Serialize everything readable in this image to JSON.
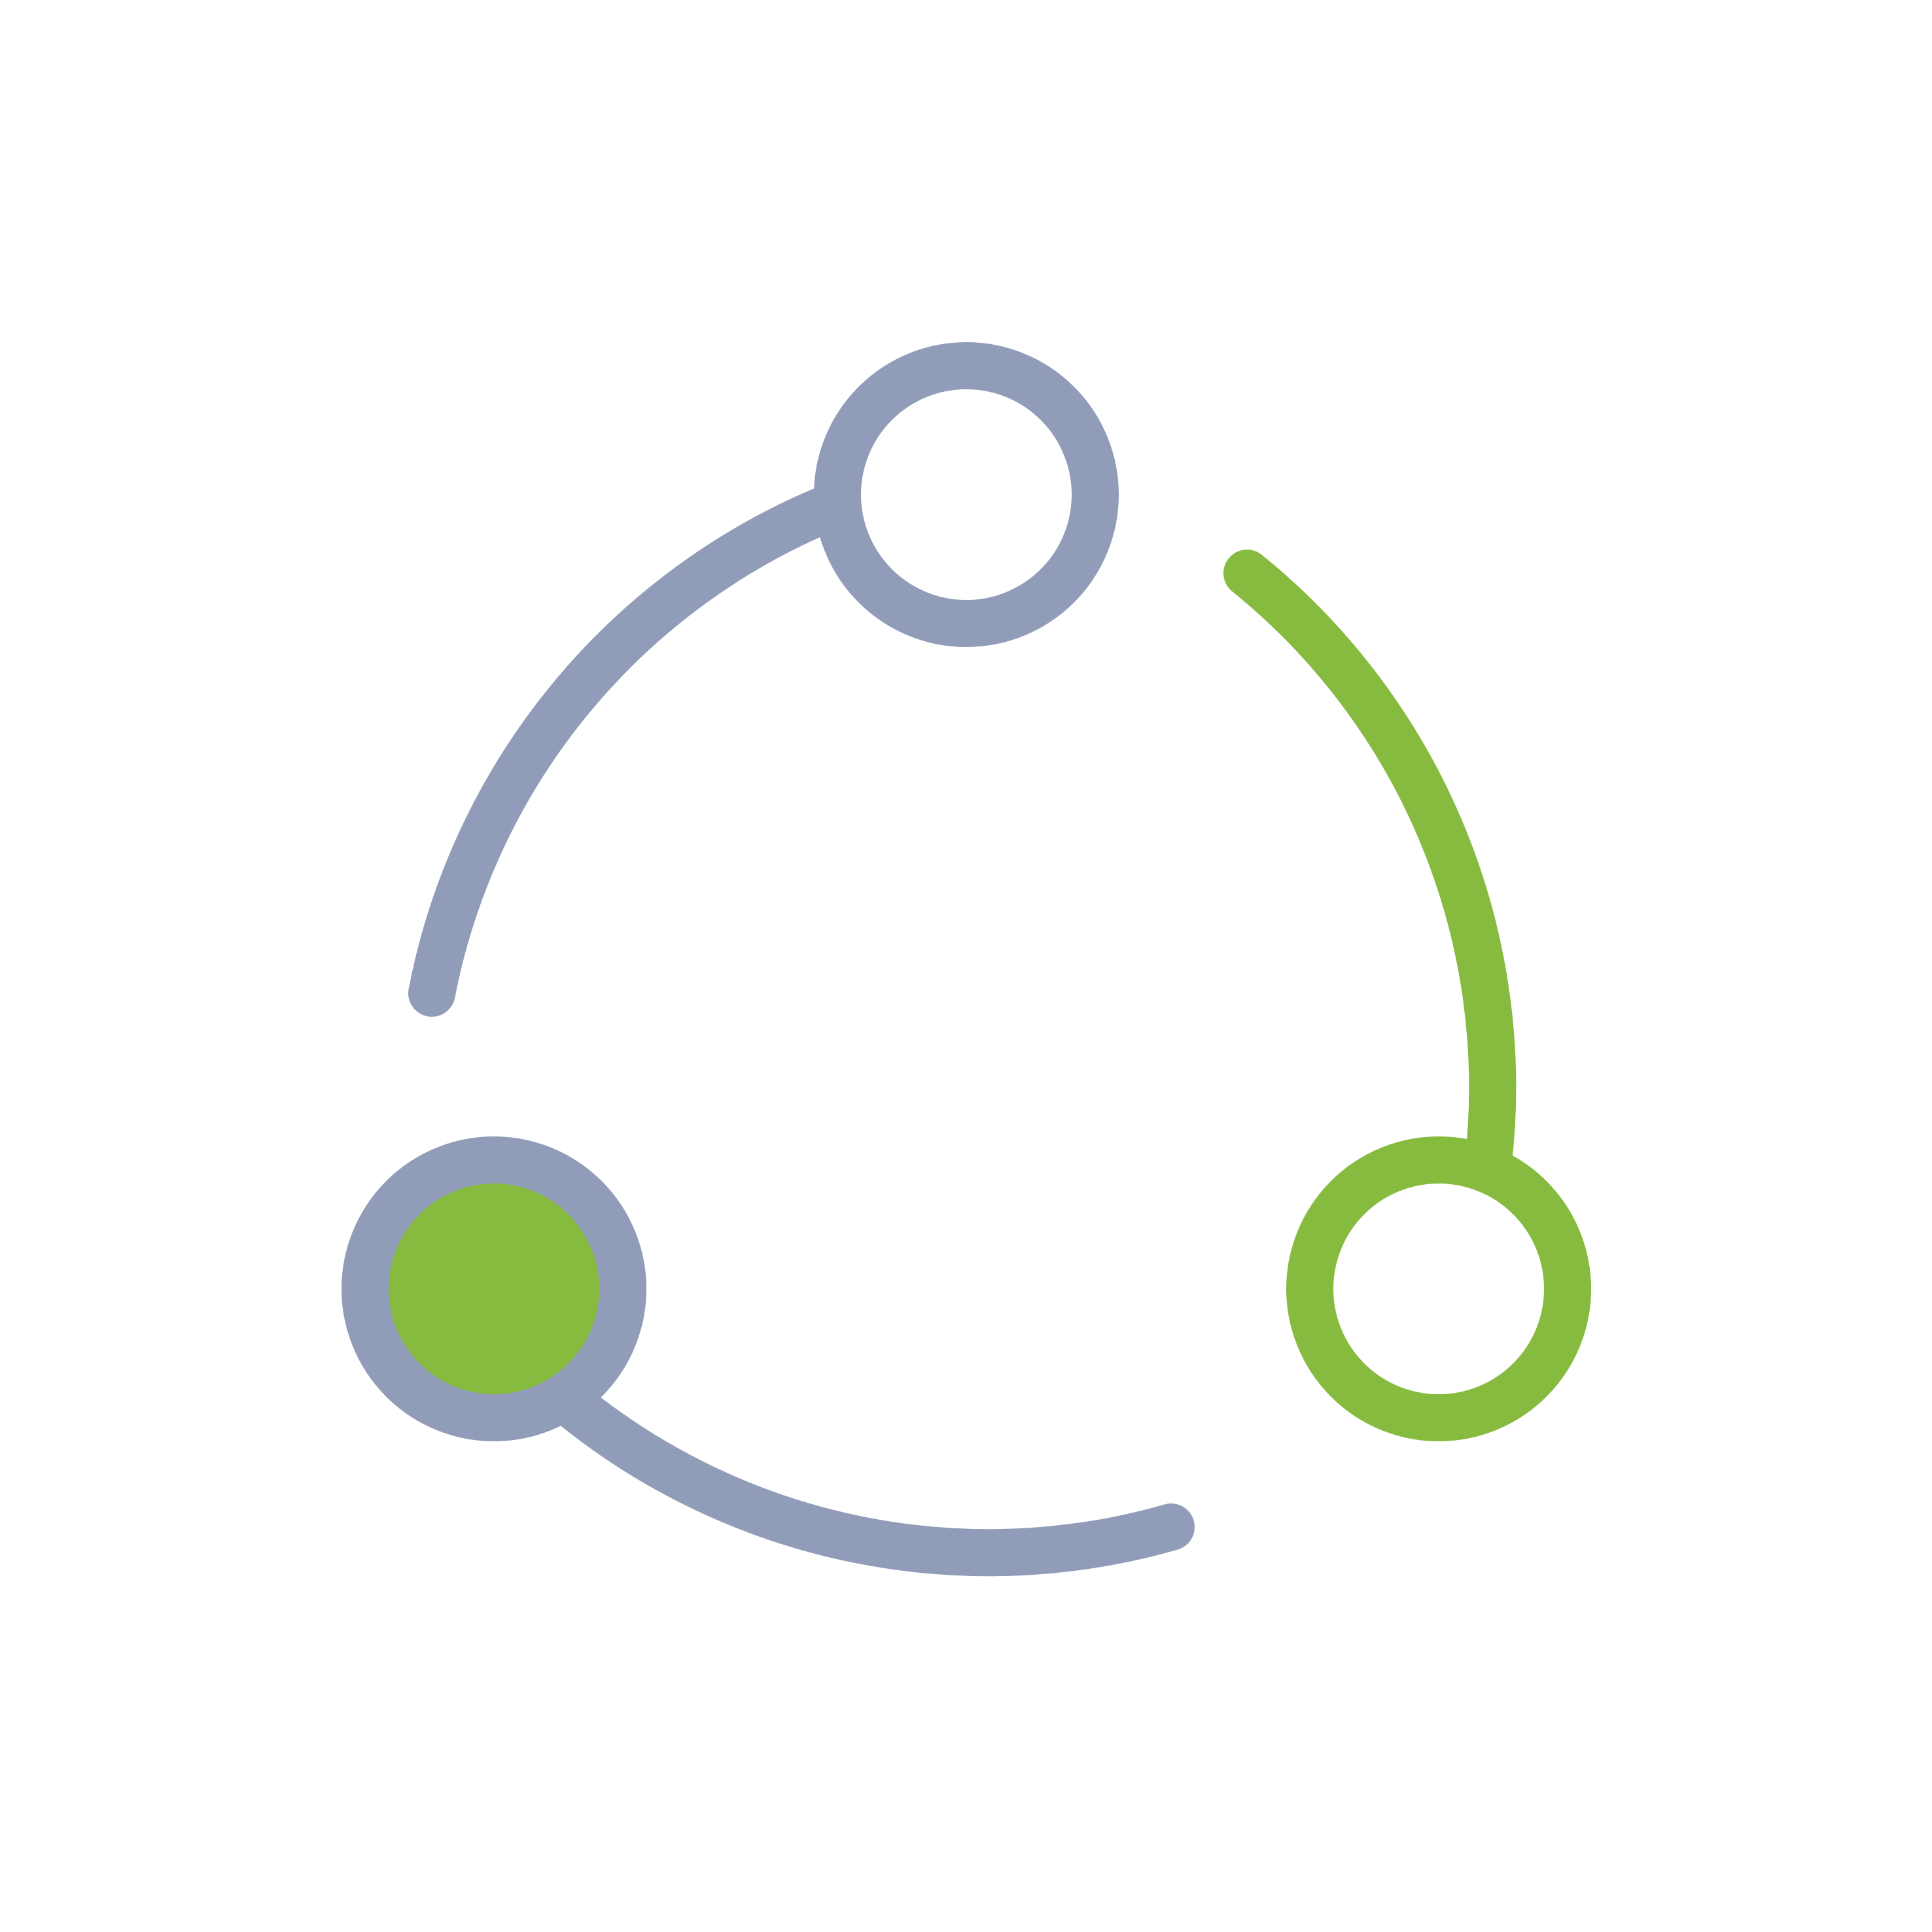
{
  "icon": {
    "name": "share-network-icon",
    "colors": {
      "background": "#ffffff",
      "gray": "#919cb9",
      "green": "#86bb3f"
    },
    "nodes": [
      {
        "id": "top-node",
        "style": "outline",
        "color": "gray"
      },
      {
        "id": "right-node",
        "style": "outline",
        "color": "green"
      },
      {
        "id": "left-node",
        "style": "filled",
        "ring": "gray",
        "fill": "green"
      }
    ],
    "connectors": [
      {
        "id": "left-arc",
        "color": "gray"
      },
      {
        "id": "right-arc",
        "color": "green"
      },
      {
        "id": "bottom-arc",
        "color": "gray"
      }
    ]
  }
}
